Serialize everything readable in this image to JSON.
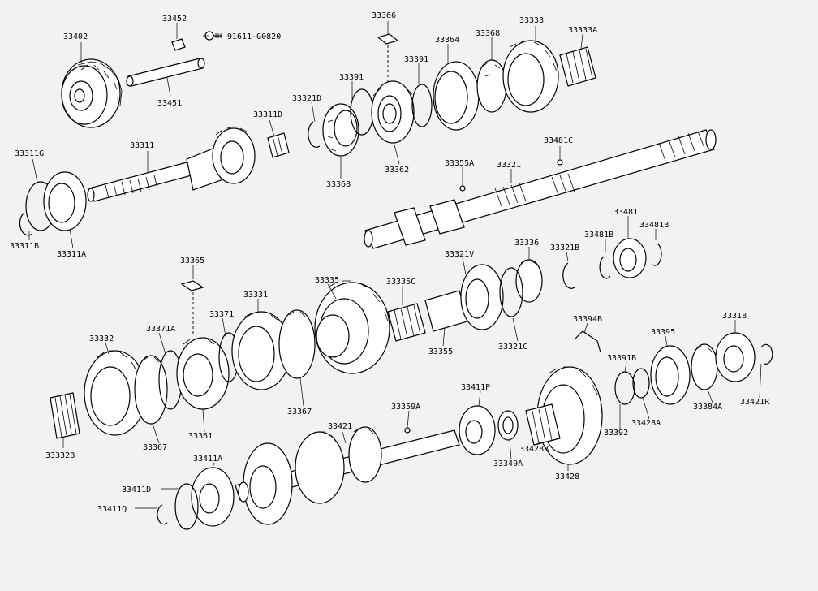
{
  "diagram": {
    "callouts": {
      "c33402": "33402",
      "c33452": "33452",
      "c91611": "91611-G0820",
      "c33451": "33451",
      "c33366": "33366",
      "c33333": "33333",
      "c33333A": "33333A",
      "c33364": "33364",
      "c33368top": "33368",
      "c33391top": "33391",
      "c33391": "33391",
      "c33321D": "33321D",
      "c33311D": "33311D",
      "c33362": "33362",
      "c33368": "33368",
      "c33311G": "33311G",
      "c33311": "33311",
      "c33311B": "33311B",
      "c33311A": "33311A",
      "c33355A": "33355A",
      "c33321": "33321",
      "c33481C": "33481C",
      "c33481": "33481",
      "c33481B1": "33481B",
      "c33481B2": "33481B",
      "c33336": "33336",
      "c33321B": "33321B",
      "c33321V": "33321V",
      "c33365": "33365",
      "c33335": "33335",
      "c33335C": "33335C",
      "c33331": "33331",
      "c33371": "33371",
      "c33371A": "33371A",
      "c33332": "33332",
      "c33355": "33355",
      "c33321C": "33321C",
      "c33394B": "33394B",
      "c33395": "33395",
      "c33318": "33318",
      "c33391B": "33391B",
      "c33384A": "33384A",
      "c33421R": "33421R",
      "c33428A": "33428A",
      "c33392": "33392",
      "c33367": "33367",
      "c33367b": "33367",
      "c33361": "33361",
      "c33332B": "33332B",
      "c33411P": "33411P",
      "c33359A": "33359A",
      "c33421": "33421",
      "c33428B": "33428B",
      "c33349A": "33349A",
      "c33428": "33428",
      "c33411A": "33411A",
      "c33411D": "33411D",
      "c33411Q": "33411Q"
    }
  }
}
